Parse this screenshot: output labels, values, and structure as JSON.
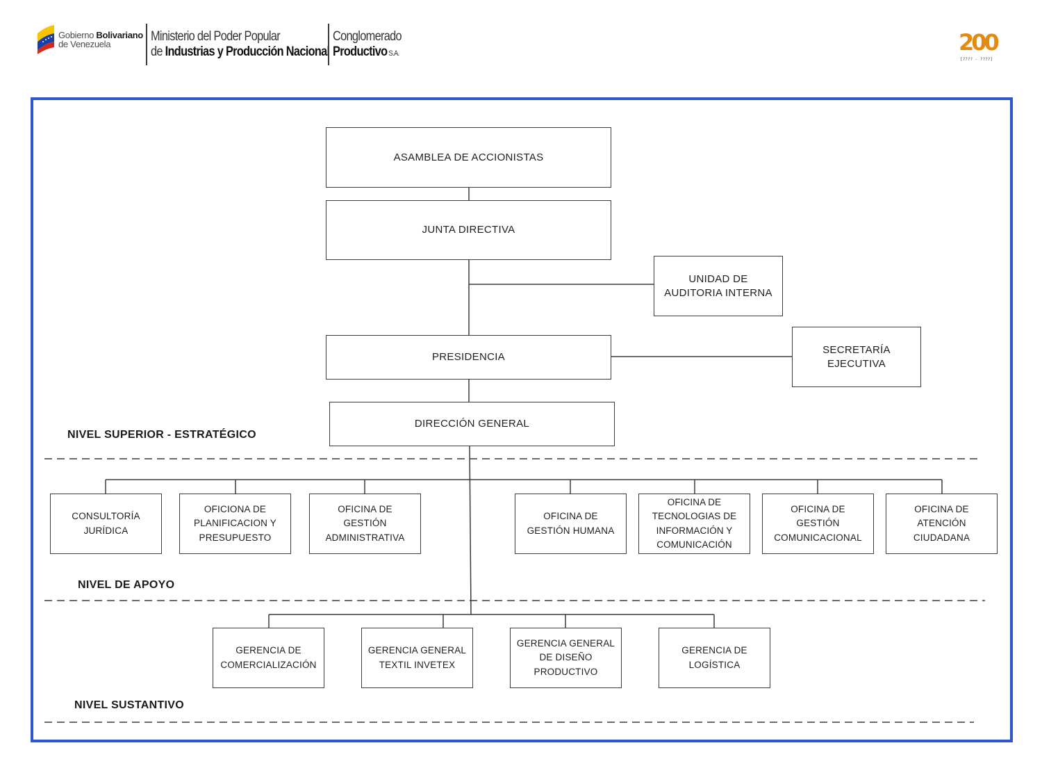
{
  "header": {
    "gov_line1_prefix": "Gobierno ",
    "gov_line1_bold": "Bolivariano",
    "gov_line2": "de Venezuela",
    "ministry_line1": "Ministerio del Poder Popular",
    "ministry_line2_prefix": "de ",
    "ministry_line2_bold": "Industrias y Producción Nacional",
    "conglomerate_line1": "Conglomerado",
    "conglomerate_line2_bold": "Productivo",
    "conglomerate_suffix": " S.A.",
    "anniversary_logo": "200",
    "anniversary_sub": "[???? - ????]"
  },
  "colors": {
    "frame": "#2f55cf",
    "lines": "#3a3a3a",
    "flag_yellow": "#f6c400",
    "flag_blue": "#1b3fa5",
    "flag_red": "#d42a1e"
  },
  "chart": {
    "top": {
      "asamblea": "ASAMBLEA DE ACCIONISTAS",
      "junta": "JUNTA DIRECTIVA",
      "auditoria": "UNIDAD DE\nAUDITORIA INTERNA",
      "presidencia": "PRESIDENCIA",
      "secretaria": "SECRETARÍA\nEJECUTIVA",
      "direccion": "DIRECCIÓN GENERAL"
    },
    "levels": {
      "superior": "NIVEL SUPERIOR - ESTRATÉGICO",
      "apoyo": "NIVEL DE APOYO",
      "sustantivo": "NIVEL SUSTANTIVO"
    },
    "apoyo_units": [
      "CONSULTORÍA\nJURÍDICA",
      "OFICIONA DE\nPLANIFICACION Y\nPRESUPUESTO",
      "OFICINA DE\nGESTIÓN\nADMINISTRATIVA",
      "OFICINA DE\nGESTIÓN HUMANA",
      "OFICINA DE\nTECNOLOGIAS DE\nINFORMACIÓN Y\nCOMUNICACIÓN",
      "OFICINA DE\nGESTIÓN\nCOMUNICACIONAL",
      "OFICINA DE\nATENCIÓN\nCIUDADANA"
    ],
    "sustantivo_units": [
      "GERENCIA DE\nCOMERCIALIZACIÓN",
      "GERENCIA GENERAL\nTEXTIL INVETEX",
      "GERENCIA GENERAL\nDE DISEÑO\nPRODUCTIVO",
      "GERENCIA DE\nLOGÍSTICA"
    ]
  }
}
